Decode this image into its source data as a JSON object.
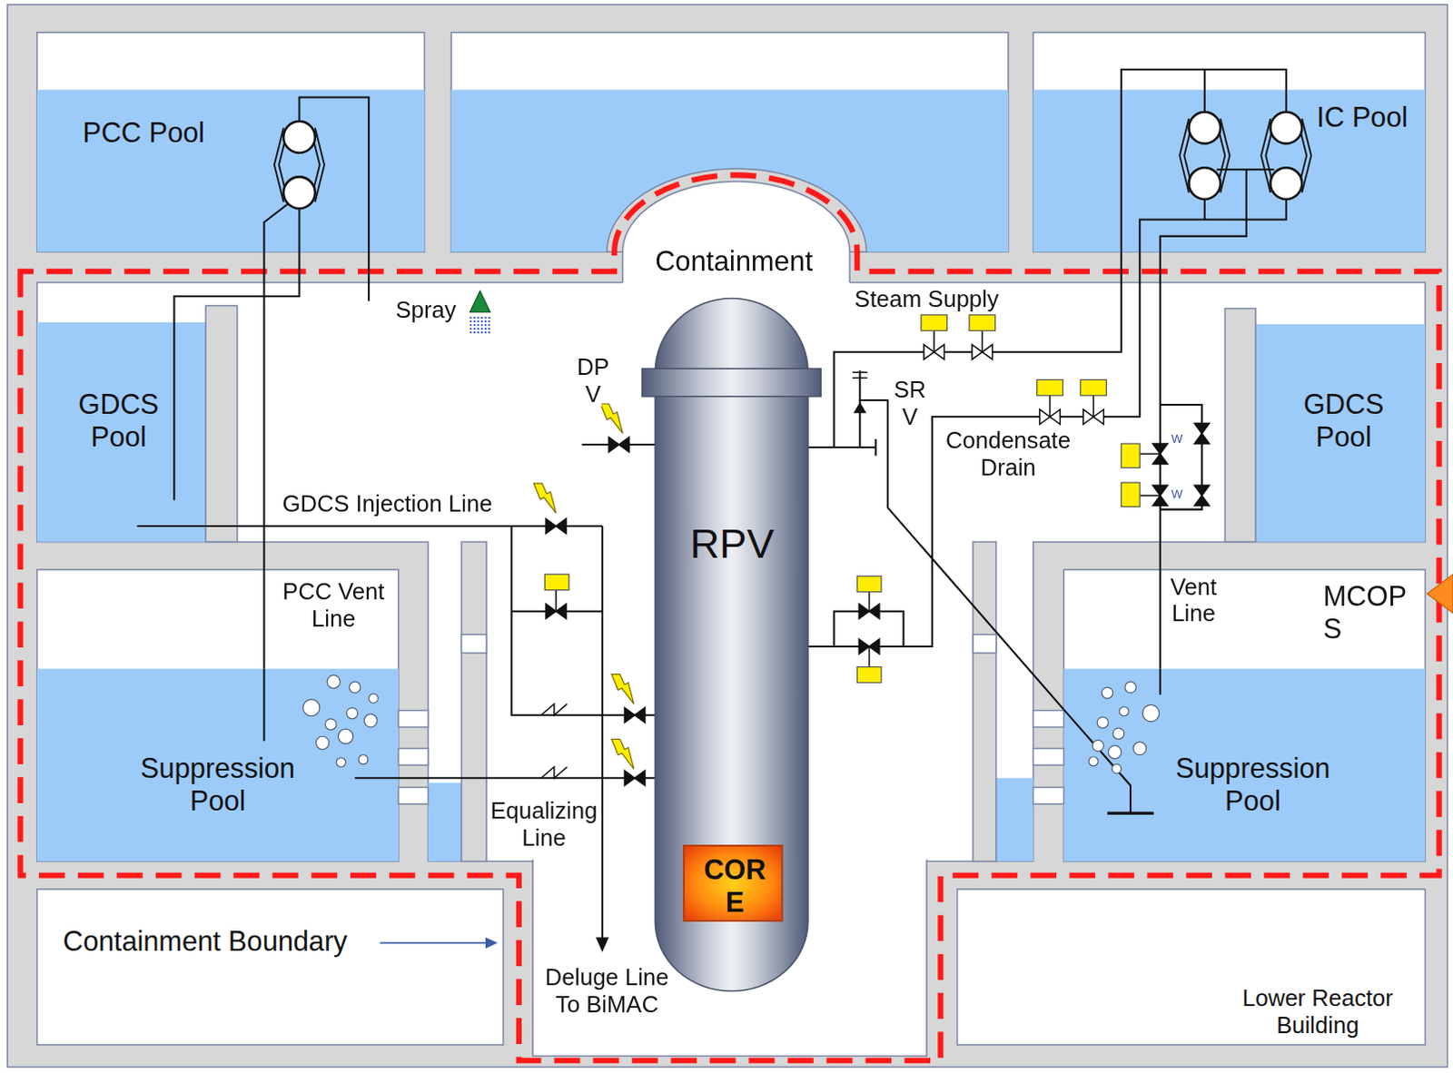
{
  "diagram": {
    "nodes": [
      {
        "text": [
          "PCC Pool"
        ]
      },
      {
        "text": [
          "IC Pool"
        ]
      },
      {
        "text": [
          "GDCS Pool"
        ]
      },
      {
        "text": [
          "GDCS Pool"
        ]
      },
      {
        "text": [
          "RPV"
        ]
      },
      {
        "text": [
          "COR E"
        ],
        "in": 4
      },
      {
        "text": [
          "Suppression Pool"
        ]
      },
      {
        "text": [
          "Suppression Pool"
        ]
      },
      {
        "text": [
          "Containment Boundary"
        ]
      },
      {
        "text": [
          "Lower Reactor Building"
        ]
      }
    ],
    "edges": [
      {
        "from": 2,
        "to": 4,
        "arrow": "none",
        "label": "GDCS Injection Line"
      },
      {
        "from": 6,
        "to": 4,
        "arrow": "none",
        "label": "Equalizing Line"
      },
      {
        "from": 0,
        "to": 6,
        "arrow": "none",
        "label": "PCC Vent Line"
      },
      {
        "from": 0,
        "to": 2,
        "arrow": "none"
      },
      {
        "from": 4,
        "to": 1,
        "arrow": "none",
        "label": "Steam Supply"
      },
      {
        "from": 1,
        "to": 4,
        "arrow": "none",
        "label": "Condensate Drain"
      },
      {
        "from": 4,
        "to": 7,
        "arrow": "none"
      },
      {
        "from": 1,
        "to": 7,
        "arrow": "none",
        "label": "Vent Line"
      }
    ],
    "labels": [
      "Containment",
      "Spray",
      "DP V",
      "SR V",
      "W",
      "W",
      "MCOP S",
      "Deluge Line To BiMAC"
    ]
  }
}
